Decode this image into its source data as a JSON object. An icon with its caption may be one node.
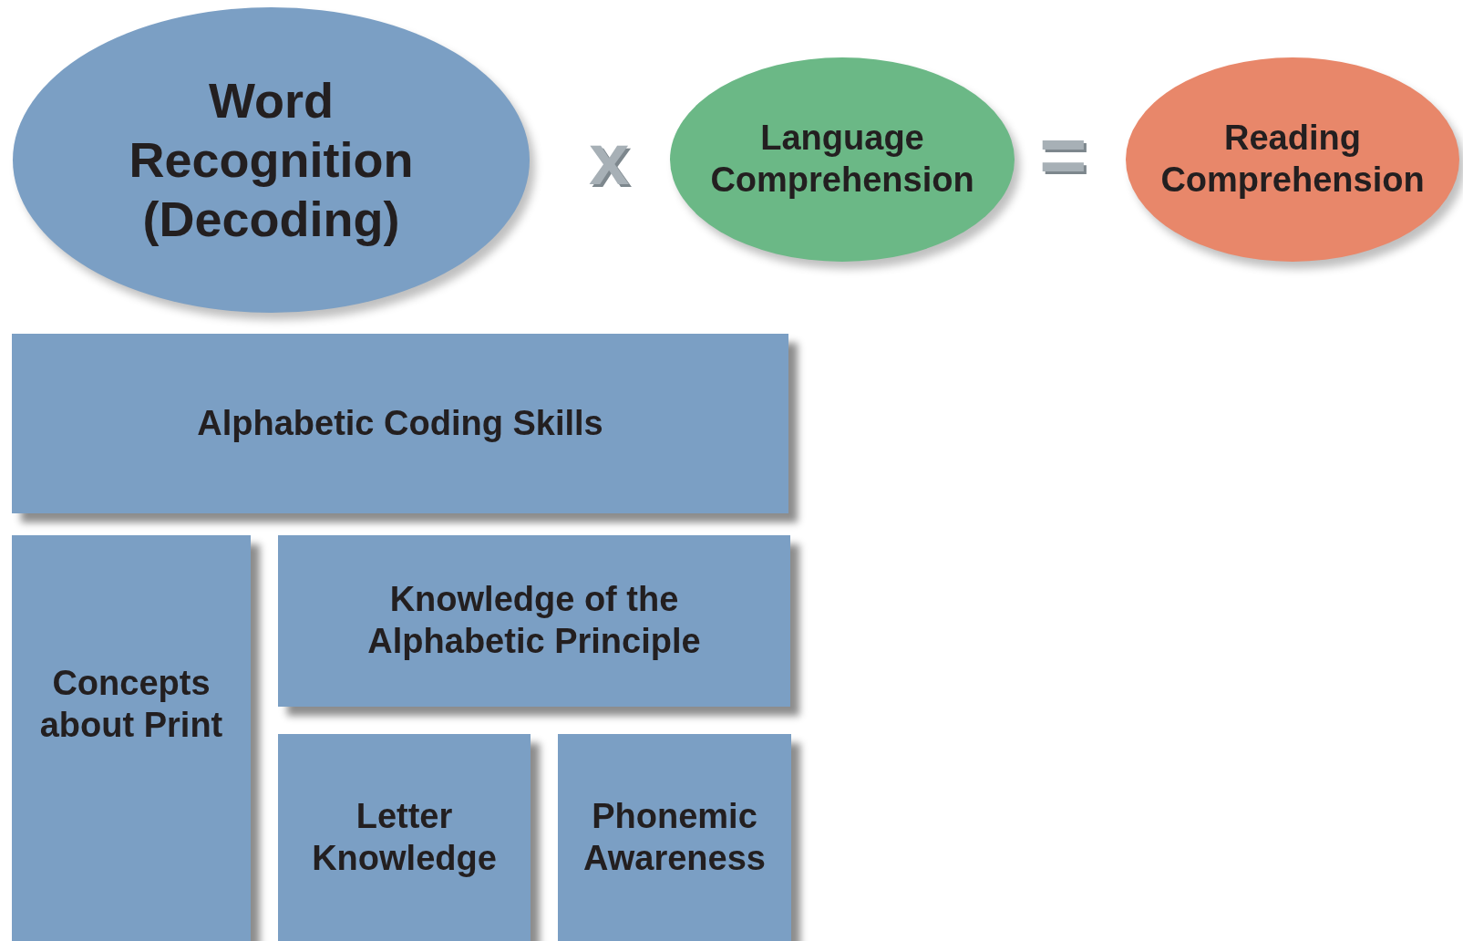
{
  "diagram": {
    "nodes": [
      {
        "text": [
          "Word Recognition (Decoding)"
        ]
      },
      {
        "text": [
          "Language Comprehension"
        ]
      },
      {
        "text": [
          "Reading Comprehension"
        ]
      },
      {
        "text": [
          "Alphabetic Coding Skills"
        ]
      },
      {
        "text": [
          "Concepts about Print"
        ]
      },
      {
        "text": [
          "Knowledge of the Alphabetic Principle"
        ]
      },
      {
        "text": [
          "Letter Knowledge"
        ]
      },
      {
        "text": [
          "Phonemic Awareness"
        ]
      }
    ],
    "edges": [],
    "labels": [
      "x",
      "="
    ]
  }
}
